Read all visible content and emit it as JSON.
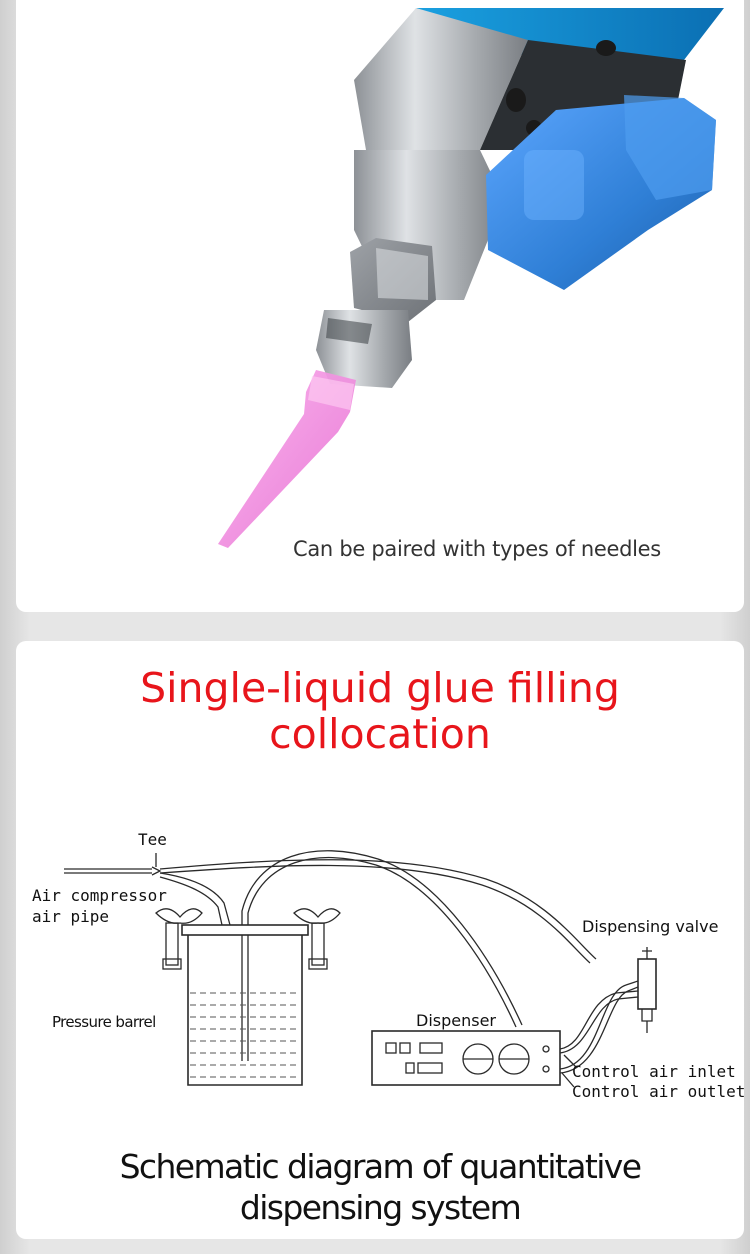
{
  "top_section": {
    "caption": "Can be paired with types of needles"
  },
  "bottom_section": {
    "title_line1": "Single-liquid glue filling",
    "title_line2": "collocation",
    "diagram_labels": {
      "tee": "Tee",
      "air_compressor_line1": "Air compressor",
      "air_compressor_line2": "air pipe",
      "pressure_barrel": "Pressure barrel",
      "dispenser": "Dispenser",
      "dispensing_valve": "Dispensing valve",
      "control_air_inlet": "Control air inlet",
      "control_air_outlet": "Control air outlet"
    },
    "schematic_line1": "Schematic diagram of quantitative",
    "schematic_line2": "dispensing system"
  },
  "colors": {
    "title_red": "#e8151b",
    "valve_blue": "#2f7fd6",
    "needle_pink": "#f07ad8",
    "metal": "#b9bcc0"
  }
}
